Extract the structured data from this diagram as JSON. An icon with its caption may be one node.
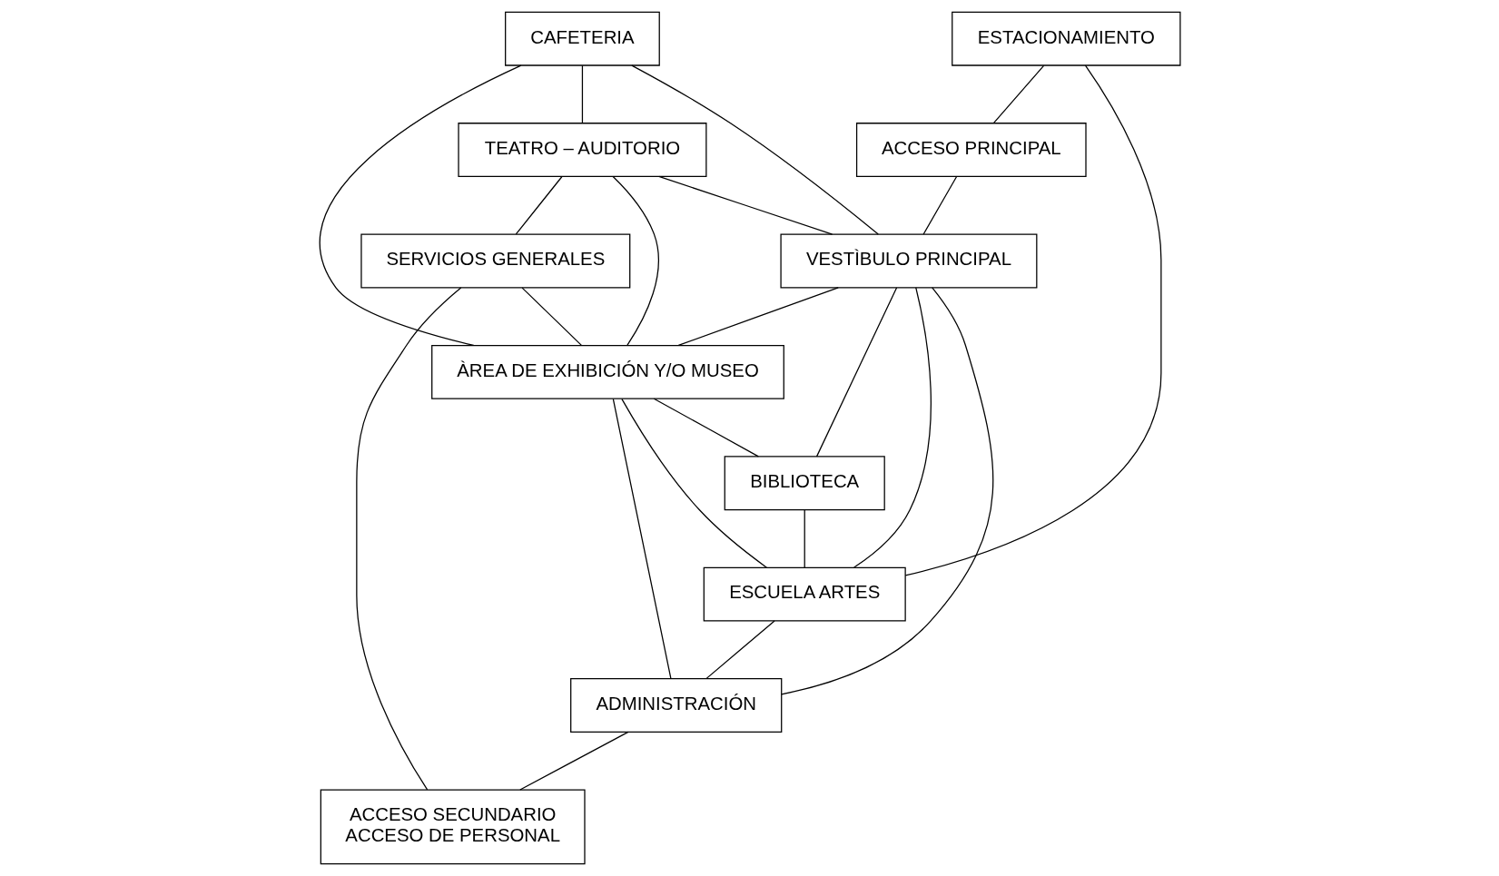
{
  "diagram": {
    "nodes": [
      {
        "text": [
          "ESTACIONAMIENTO"
        ]
      },
      {
        "text": [
          "ACCESO PRINCIPAL"
        ]
      },
      {
        "text": [
          "CAFETERIA"
        ]
      },
      {
        "text": [
          "BIBLIOTECA"
        ]
      },
      {
        "text": [
          "VESTÌBULO PRINCIPAL"
        ]
      },
      {
        "text": [
          "TEATRO – AUDITORIO"
        ]
      },
      {
        "text": [
          "ESCUELA ARTES"
        ]
      },
      {
        "text": [
          "ÀREA DE EXHIBICIÓN Y/O MUSEO"
        ]
      },
      {
        "text": [
          "SERVICIOS GENERALES"
        ]
      },
      {
        "text": [
          "ADMINISTRACIÓN"
        ]
      },
      {
        "text": [
          "ACCESO SECUNDARIO",
          "ACCESO DE PERSONAL"
        ]
      }
    ],
    "edges": [
      {
        "from": 0,
        "to": 1,
        "arrow": "none"
      },
      {
        "from": 0,
        "to": 6,
        "arrow": "none"
      },
      {
        "from": 1,
        "to": 4,
        "arrow": "none"
      },
      {
        "from": 2,
        "to": 5,
        "arrow": "none"
      },
      {
        "from": 2,
        "to": 4,
        "arrow": "none"
      },
      {
        "from": 2,
        "to": 7,
        "arrow": "none"
      },
      {
        "from": 5,
        "to": 4,
        "arrow": "none"
      },
      {
        "from": 5,
        "to": 7,
        "arrow": "none"
      },
      {
        "from": 4,
        "to": 7,
        "arrow": "none"
      },
      {
        "from": 4,
        "to": 3,
        "arrow": "none"
      },
      {
        "from": 4,
        "to": 6,
        "arrow": "none"
      },
      {
        "from": 4,
        "to": 9,
        "arrow": "none"
      },
      {
        "from": 7,
        "to": 3,
        "arrow": "none"
      },
      {
        "from": 7,
        "to": 6,
        "arrow": "none"
      },
      {
        "from": 7,
        "to": 9,
        "arrow": "none"
      },
      {
        "from": 3,
        "to": 6,
        "arrow": "none"
      },
      {
        "from": 6,
        "to": 9,
        "arrow": "none"
      },
      {
        "from": 5,
        "to": 8,
        "arrow": "none"
      },
      {
        "from": 8,
        "to": 7,
        "arrow": "none"
      },
      {
        "from": 8,
        "to": 10,
        "arrow": "none"
      },
      {
        "from": 9,
        "to": 10,
        "arrow": "none"
      }
    ]
  }
}
